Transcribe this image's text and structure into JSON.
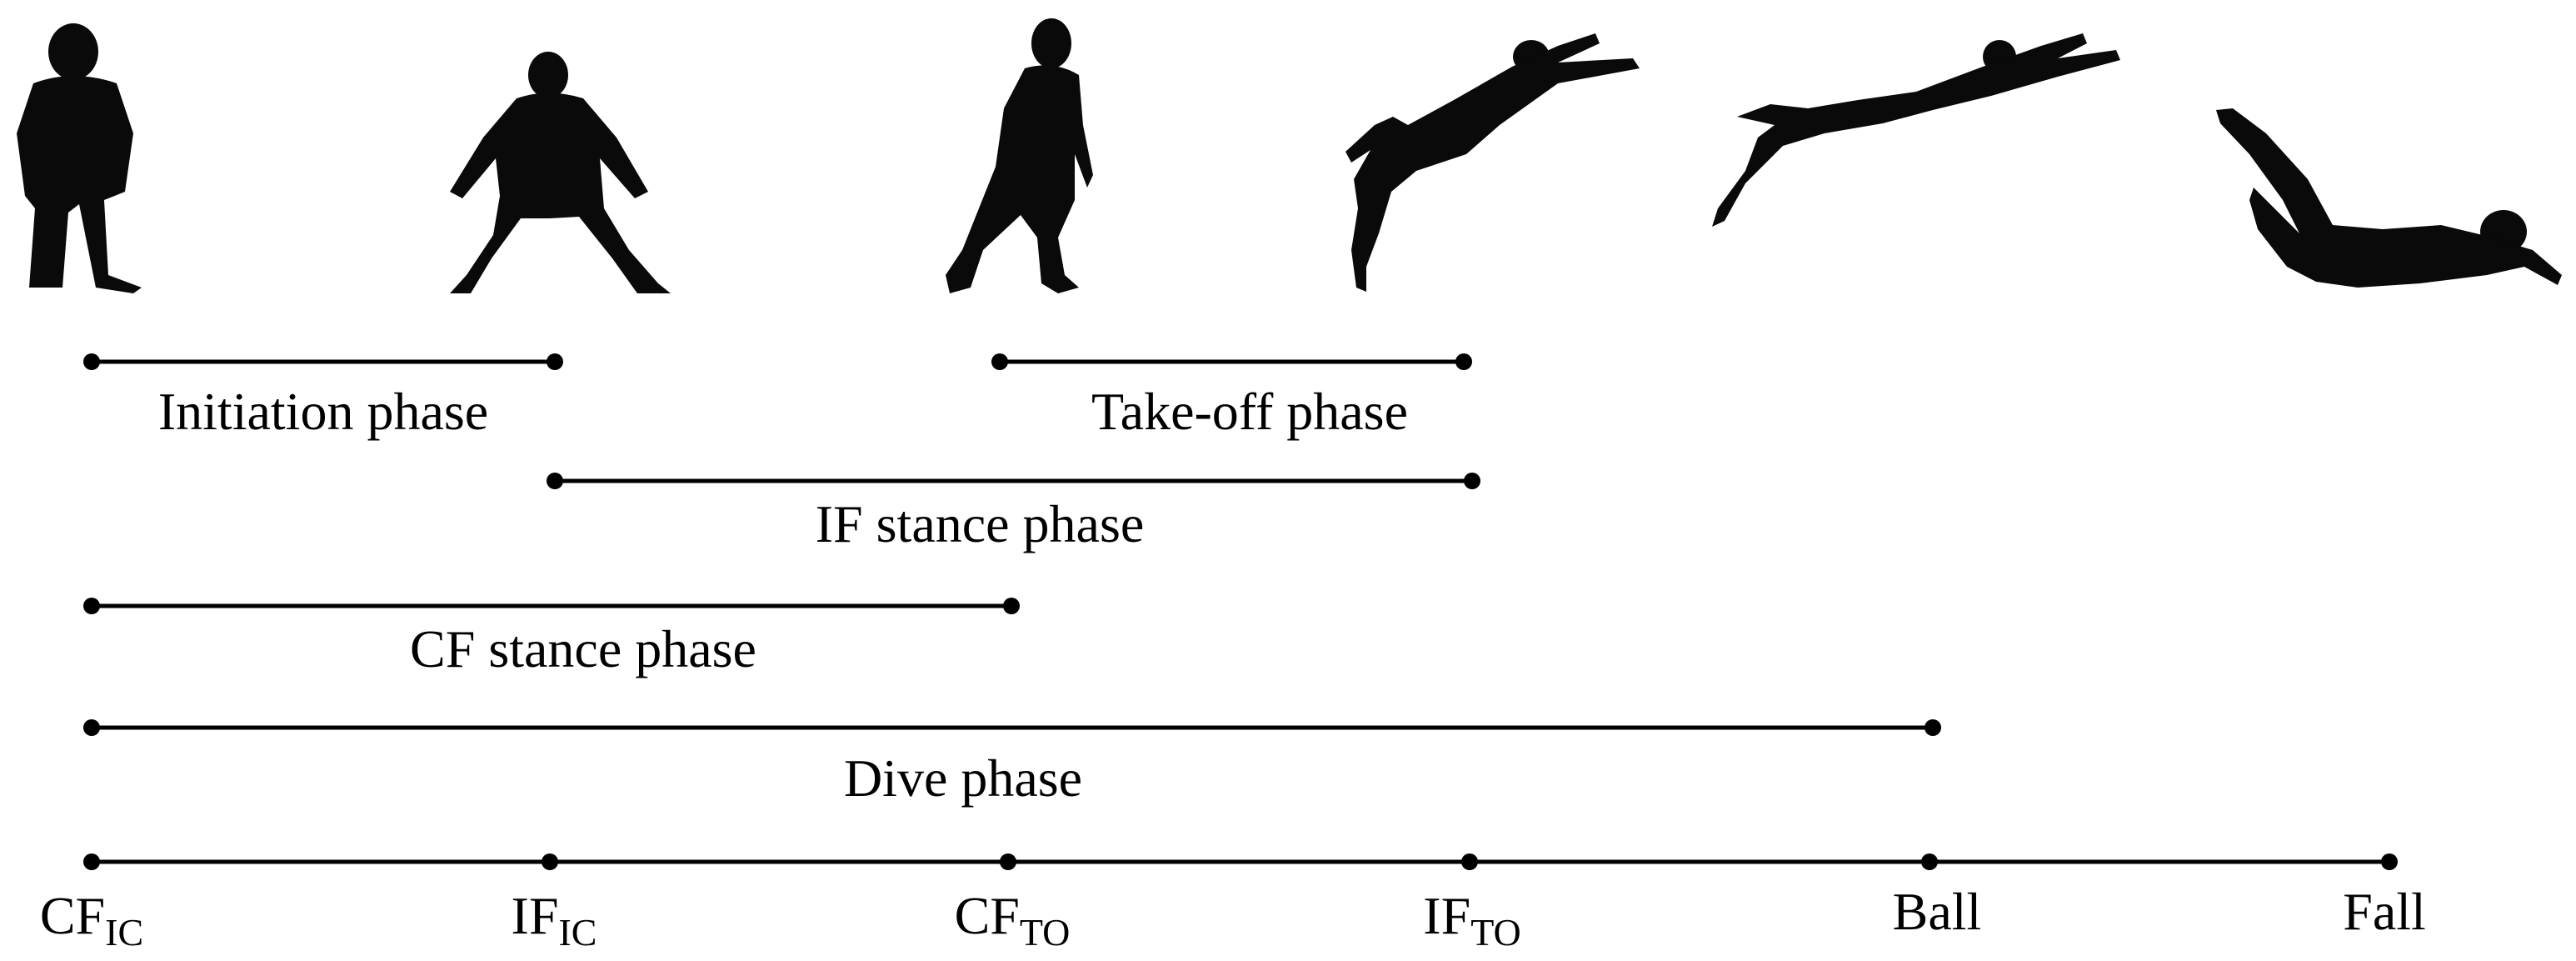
{
  "figures": [
    {
      "icon": "goalkeeper-ready-stance-icon"
    },
    {
      "icon": "goalkeeper-wide-stance-icon"
    },
    {
      "icon": "goalkeeper-stepping-icon"
    },
    {
      "icon": "goalkeeper-takeoff-icon"
    },
    {
      "icon": "goalkeeper-flight-icon"
    },
    {
      "icon": "goalkeeper-landing-icon"
    }
  ],
  "phases": [
    {
      "label": "Initiation phase",
      "from": "CF_IC",
      "to": "IF_IC"
    },
    {
      "label": "Take-off phase",
      "from": "CF_TO",
      "to": "IF_TO"
    },
    {
      "label": "IF stance phase",
      "from": "IF_IC",
      "to": "IF_TO"
    },
    {
      "label": "CF stance phase",
      "from": "CF_IC",
      "to": "CF_TO"
    },
    {
      "label": "Dive phase",
      "from": "CF_IC",
      "to": "Ball"
    }
  ],
  "events": [
    {
      "id": "CF_IC",
      "main": "CF",
      "sub": "IC"
    },
    {
      "id": "IF_IC",
      "main": "IF",
      "sub": "IC"
    },
    {
      "id": "CF_TO",
      "main": "CF",
      "sub": "TO"
    },
    {
      "id": "IF_TO",
      "main": "IF",
      "sub": "TO"
    },
    {
      "id": "Ball",
      "main": "Ball",
      "sub": ""
    },
    {
      "id": "Fall",
      "main": "Fall",
      "sub": ""
    }
  ]
}
